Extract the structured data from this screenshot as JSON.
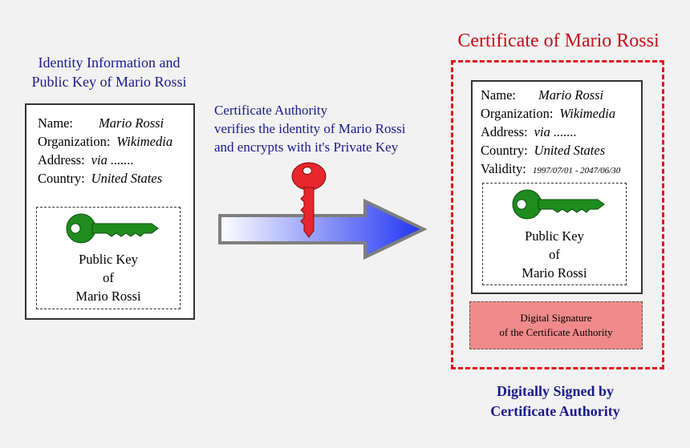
{
  "left": {
    "title_line1": "Identity Information and",
    "title_line2": "Public Key of Mario Rossi",
    "fields": {
      "name_label": "Name:",
      "name_value": "Mario Rossi",
      "org_label": "Organization:",
      "org_value": "Wikimedia",
      "address_label": "Address:",
      "address_value": "via .......",
      "country_label": "Country:",
      "country_value": "United States"
    },
    "public_key": {
      "line1": "Public Key",
      "line2": "of",
      "line3": "Mario Rossi"
    }
  },
  "ca": {
    "line1": "Certificate Authority",
    "line2": "verifies the identity of Mario Rossi",
    "line3": "and encrypts with it's Private Key"
  },
  "certificate": {
    "title": "Certificate of Mario Rossi",
    "fields": {
      "name_label": "Name:",
      "name_value": "Mario Rossi",
      "org_label": "Organization:",
      "org_value": "Wikimedia",
      "address_label": "Address:",
      "address_value": "via .......",
      "country_label": "Country:",
      "country_value": "United States",
      "validity_label": "Validity:",
      "validity_value": "1997/07/01 - 2047/06/30"
    },
    "public_key": {
      "line1": "Public Key",
      "line2": "of",
      "line3": "Mario Rossi"
    },
    "signature": {
      "line1": "Digital Signature",
      "line2": "of the Certificate Authority"
    }
  },
  "footer": {
    "line1": "Digitally Signed by",
    "line2": "Certificate Authority"
  },
  "colors": {
    "public_key": "#1e8c1e",
    "private_key": "#e8262e",
    "arrow": "#2a3ef0",
    "certificate_border": "#e0101a",
    "signature_fill": "#f08a8a",
    "heading_blue": "#1a1a8c"
  }
}
